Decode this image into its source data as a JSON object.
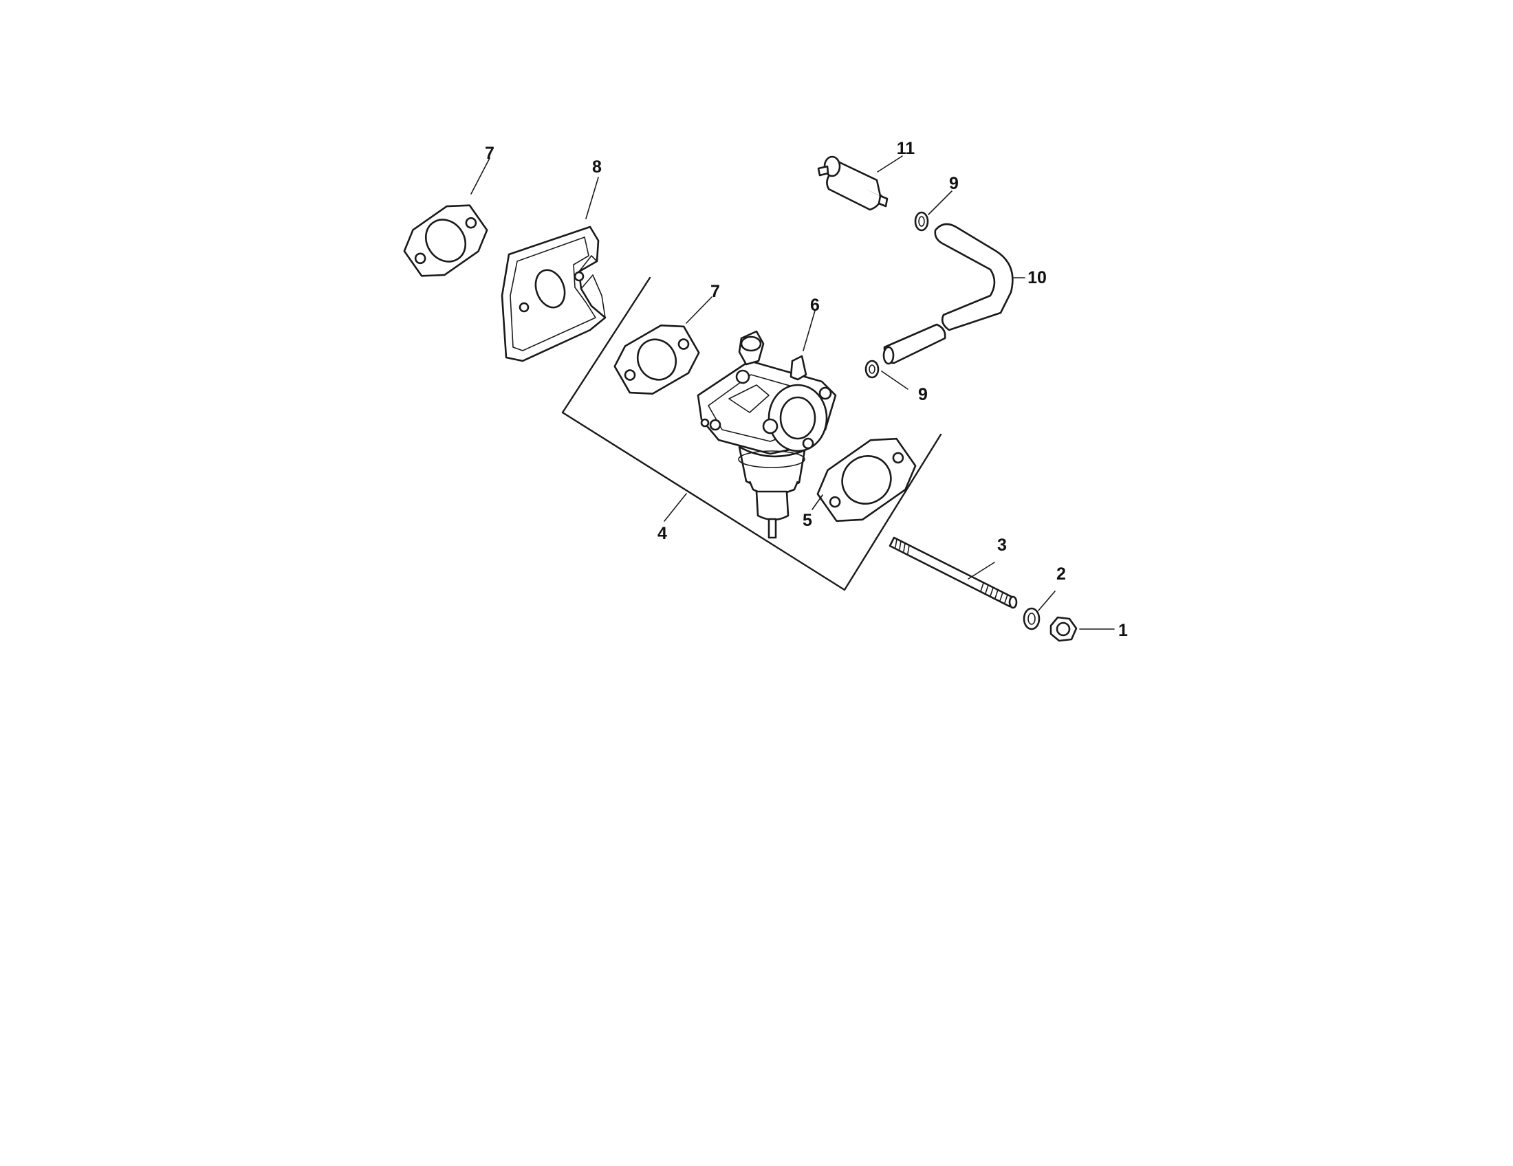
{
  "diagram": {
    "callouts": {
      "c1": "1",
      "c2": "2",
      "c3": "3",
      "c4": "4",
      "c5": "5",
      "c6": "6",
      "c7a": "7",
      "c7b": "7",
      "c8": "8",
      "c9a": "9",
      "c9b": "9",
      "c10": "10",
      "c11": "11"
    },
    "parts": {
      "1": "hex-nut",
      "2": "washer",
      "3": "threaded-stud",
      "4": "carburetor-assembly-bracket",
      "5": "gasket",
      "6": "carburetor",
      "7": "gasket",
      "8": "heat-shield-plate",
      "9": "hose-clamp",
      "10": "fuel-hose",
      "11": "fuel-filter"
    }
  }
}
